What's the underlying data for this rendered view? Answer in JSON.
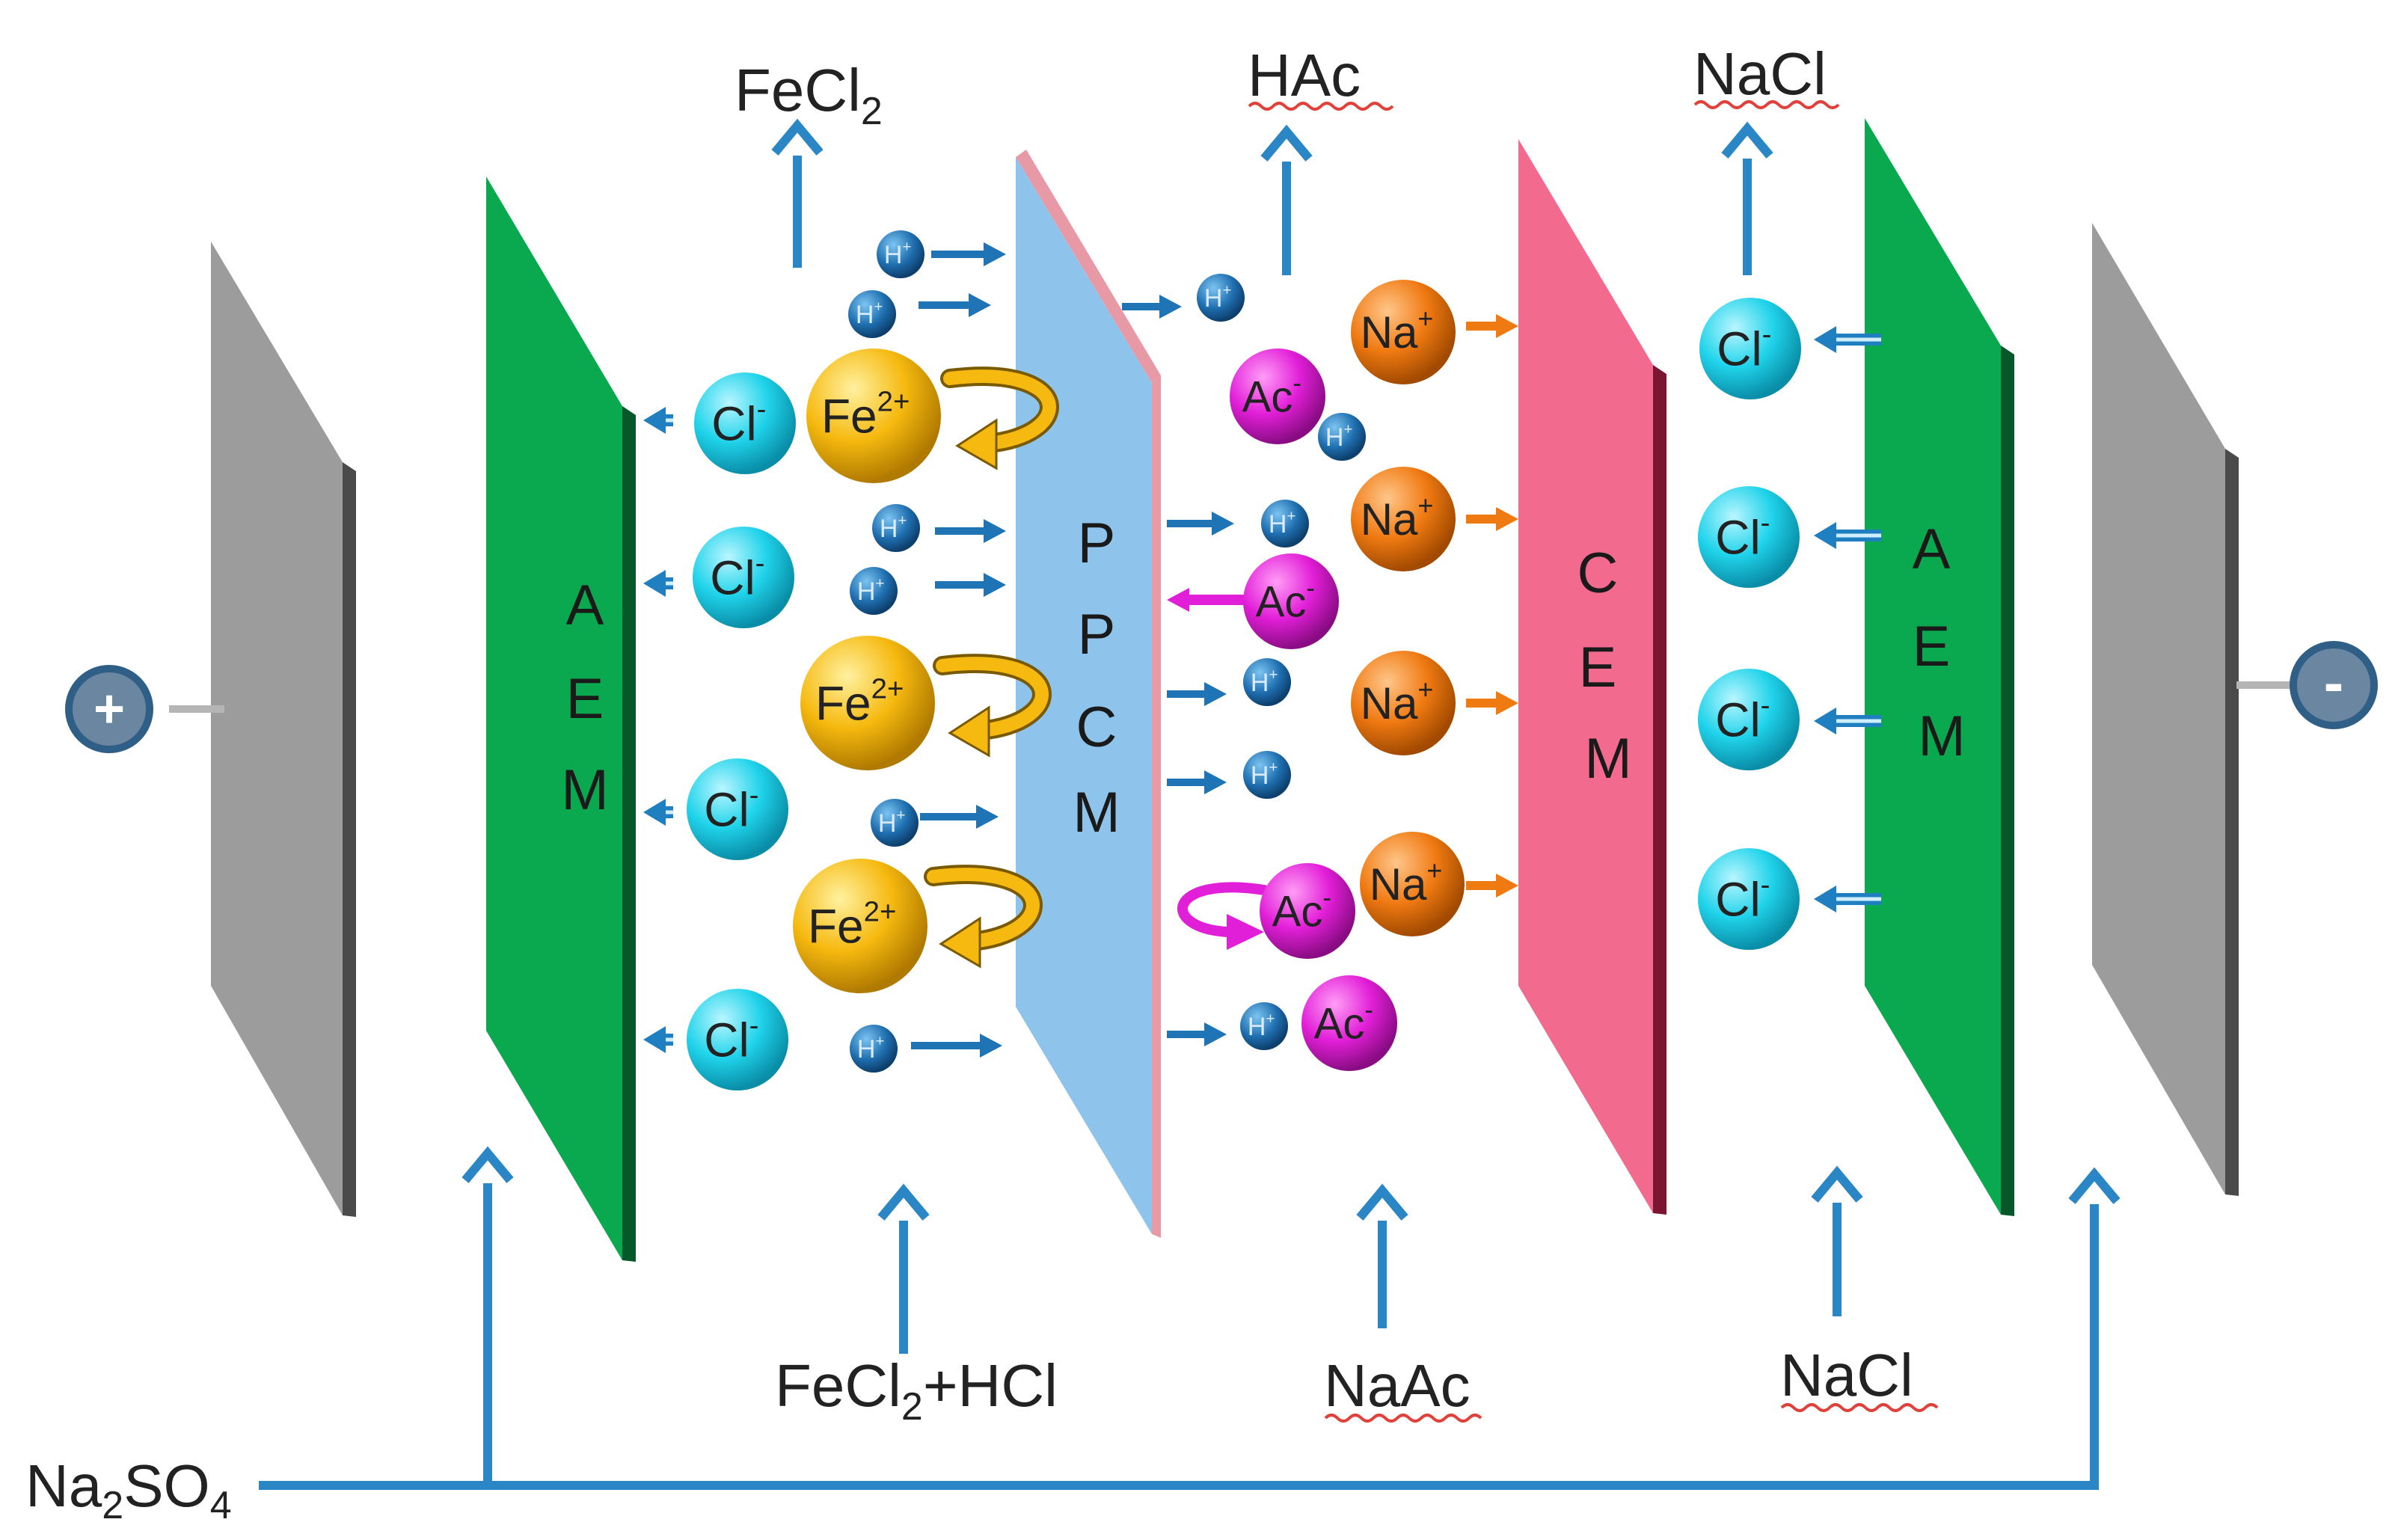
{
  "electrodes": {
    "anode_symbol": "+",
    "cathode_symbol": "-"
  },
  "membranes": {
    "aem_left": {
      "letters": [
        "A",
        "E",
        "M"
      ],
      "color": "#0aa84f"
    },
    "ppcm": {
      "letters": [
        "P",
        "P",
        "C",
        "M"
      ],
      "color": "#8ec4eb"
    },
    "cem": {
      "letters": [
        "C",
        "E",
        "M"
      ],
      "color": "#f26b8f"
    },
    "aem_right": {
      "letters": [
        "A",
        "E",
        "M"
      ],
      "color": "#0aa84f"
    }
  },
  "streams": {
    "outlets": [
      {
        "base": "FeCl",
        "sub": "2",
        "rest": ""
      },
      {
        "base": "HAc",
        "sub": "",
        "rest": ""
      },
      {
        "base": "NaCl",
        "sub": "",
        "rest": ""
      }
    ],
    "inlets": [
      {
        "base": "FeCl",
        "sub": "2",
        "rest": "+HCl"
      },
      {
        "base": "NaAc",
        "sub": "",
        "rest": ""
      },
      {
        "base": "NaCl",
        "sub": "",
        "rest": ""
      }
    ],
    "rinse": {
      "base": "Na",
      "sub": "2",
      "rest": "SO",
      "sub2": "4"
    }
  },
  "ions": {
    "h": {
      "label": "H",
      "sup": "+",
      "color": "#1f7fc0"
    },
    "cl": {
      "label": "Cl",
      "sup": "-",
      "color": "#1fd3ea"
    },
    "fe": {
      "label": "Fe",
      "sup": "2+",
      "color": "#f6b90f"
    },
    "ac": {
      "label": "Ac",
      "sup": "-",
      "color": "#e21fd8"
    },
    "na": {
      "label": "Na",
      "sup": "+",
      "color": "#f07a12"
    }
  },
  "colors": {
    "flow": "#2a86c4",
    "electrode": "#9a9a9a",
    "text": "#222222"
  }
}
